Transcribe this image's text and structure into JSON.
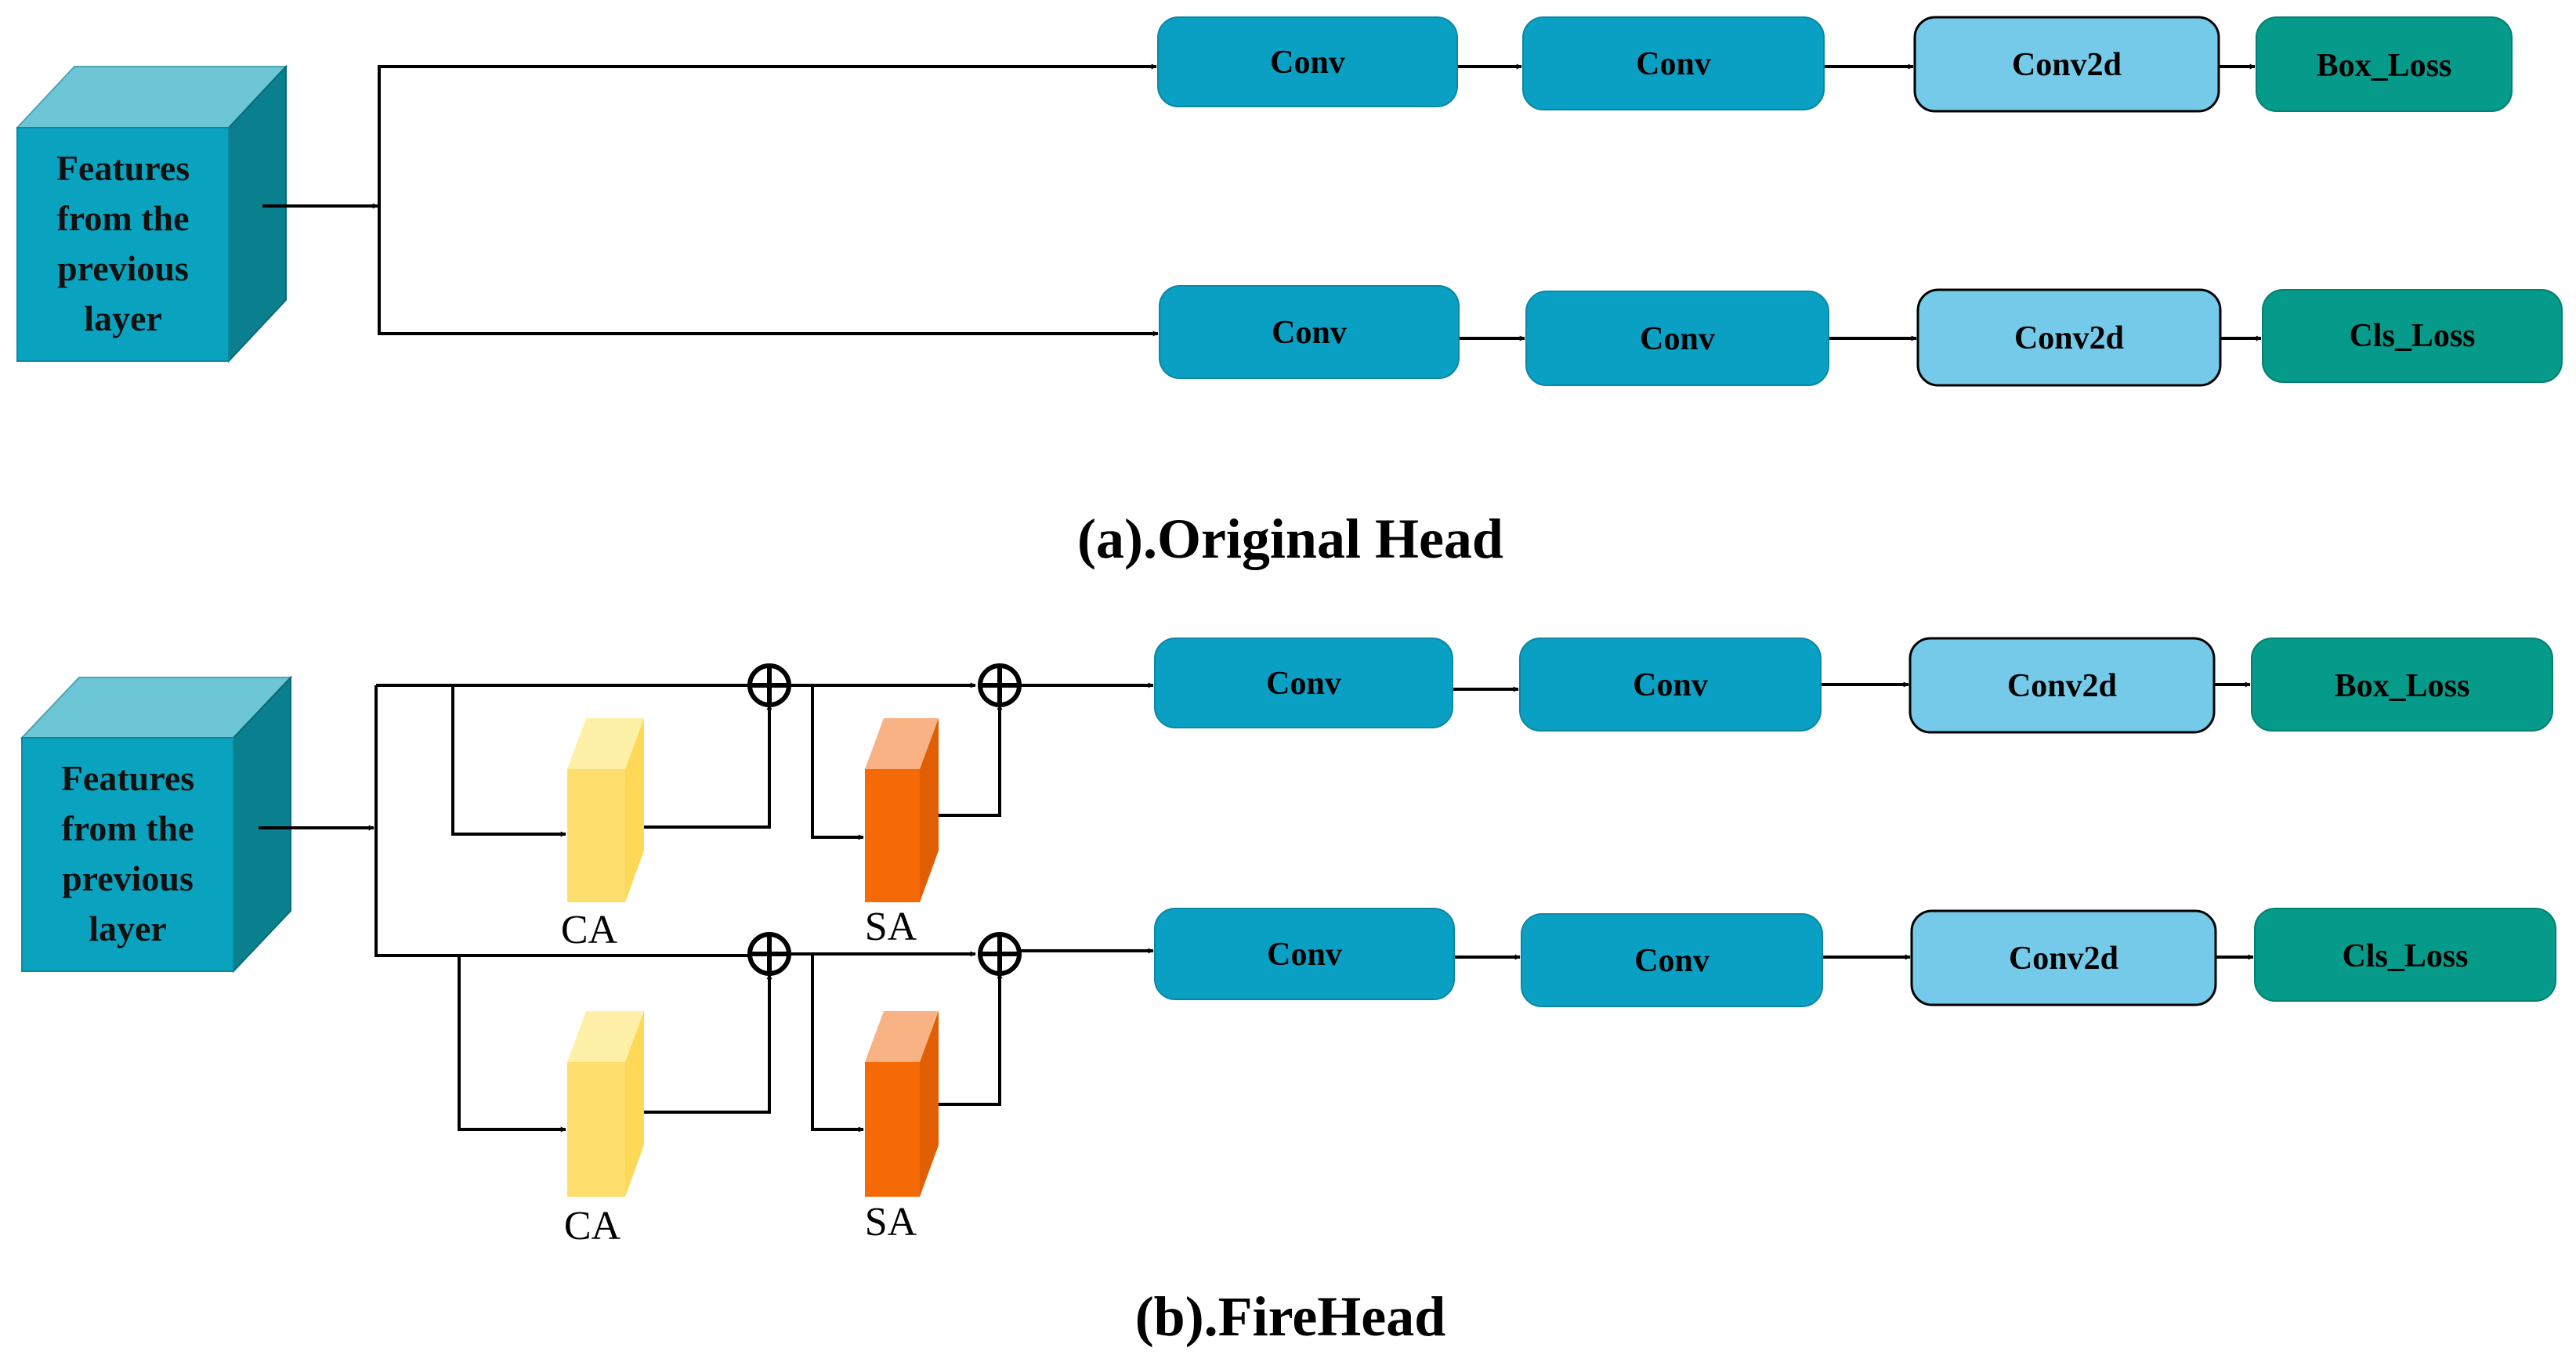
{
  "colors": {
    "conv": "#0aa0c3",
    "conv2d": "#74cae8",
    "loss": "#059a89",
    "cube_front": "#0aa3bf",
    "cube_top": "#6cc6d6",
    "cube_side": "#0a7f8d",
    "ca_front": "#fedf6d",
    "ca_side": "#fff0a8",
    "sa_front": "#f56a07",
    "sa_side": "#f9b284"
  },
  "icons": [
    "cube-icon",
    "plus-circle-icon",
    "arrow-icon"
  ],
  "diagram_a": {
    "caption": "(a).Original Head",
    "input": {
      "lines": [
        "Features",
        "from the",
        "previous",
        "layer"
      ]
    },
    "branch_top": {
      "conv1": "Conv",
      "conv2": "Conv",
      "conv2d": "Conv2d",
      "loss": "Box_Loss"
    },
    "branch_bottom": {
      "conv1": "Conv",
      "conv2": "Conv",
      "conv2d": "Conv2d",
      "loss": "Cls_Loss"
    }
  },
  "diagram_b": {
    "caption": "(b).FireHead",
    "input": {
      "lines": [
        "Features",
        "from the",
        "previous",
        "layer"
      ]
    },
    "branch_top": {
      "ca": "CA",
      "sa": "SA",
      "conv1": "Conv",
      "conv2": "Conv",
      "conv2d": "Conv2d",
      "loss": "Box_Loss"
    },
    "branch_bottom": {
      "ca": "CA",
      "sa": "SA",
      "conv1": "Conv",
      "conv2": "Conv",
      "conv2d": "Conv2d",
      "loss": "Cls_Loss"
    }
  }
}
